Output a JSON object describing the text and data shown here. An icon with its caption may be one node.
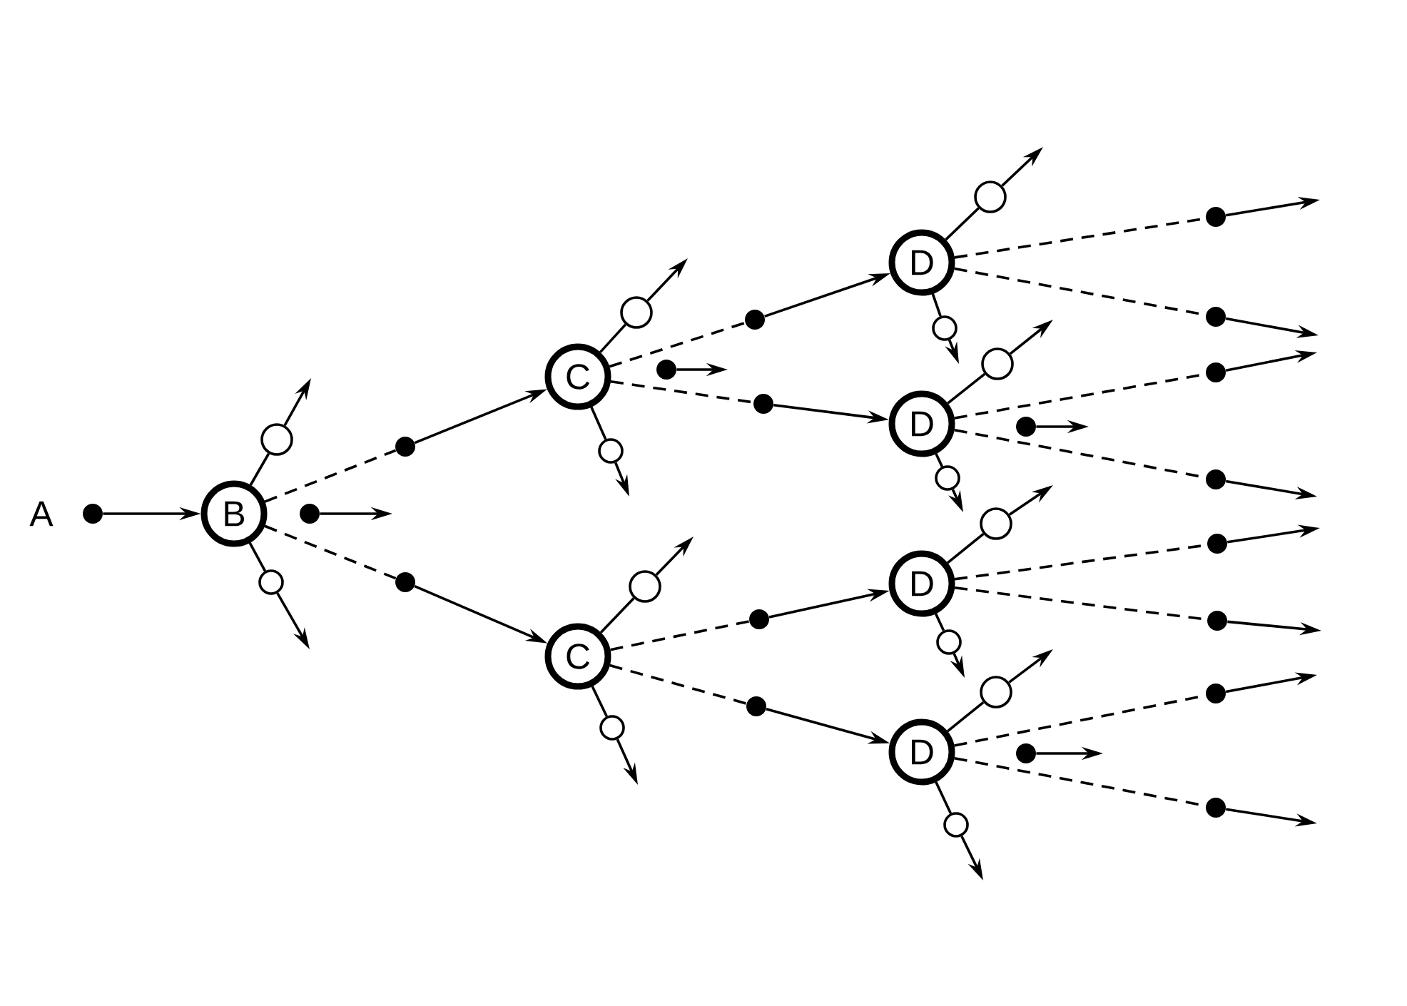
{
  "diagram": {
    "nodes": [
      {
        "text": [
          "B"
        ]
      },
      {
        "text": [
          "C"
        ]
      },
      {
        "text": [
          "C"
        ]
      },
      {
        "text": [
          "D"
        ]
      },
      {
        "text": [
          "D"
        ]
      },
      {
        "text": [
          "D"
        ]
      },
      {
        "text": [
          "D"
        ]
      },
      {
        "text": [],
        "shape": "dot",
        "beside": [
          "A"
        ]
      },
      {
        "text": [],
        "shape": "dot"
      },
      {
        "text": [],
        "shape": "dot"
      },
      {
        "text": [],
        "shape": "dot"
      },
      {
        "text": [],
        "shape": "dot"
      },
      {
        "text": [],
        "shape": "dot"
      },
      {
        "text": [],
        "shape": "dot"
      },
      {
        "text": [],
        "shape": "dot"
      },
      {
        "text": [],
        "shape": "dot"
      },
      {
        "text": [],
        "shape": "dot"
      },
      {
        "text": [],
        "shape": "dot"
      },
      {
        "text": [],
        "shape": "dot"
      },
      {
        "text": [],
        "shape": "dot"
      },
      {
        "text": [],
        "shape": "dot"
      },
      {
        "text": [],
        "shape": "dot"
      },
      {
        "text": [],
        "shape": "dot"
      },
      {
        "text": [],
        "shape": "dot"
      },
      {
        "text": [],
        "shape": "dot"
      },
      {
        "text": [],
        "shape": "dot"
      },
      {
        "text": [],
        "shape": "circle"
      },
      {
        "text": [],
        "shape": "circle"
      },
      {
        "text": [],
        "shape": "circle"
      },
      {
        "text": [],
        "shape": "circle"
      },
      {
        "text": [],
        "shape": "circle"
      },
      {
        "text": [],
        "shape": "circle"
      },
      {
        "text": [],
        "shape": "circle"
      },
      {
        "text": [],
        "shape": "circle"
      },
      {
        "text": [],
        "shape": "circle"
      },
      {
        "text": [],
        "shape": "circle"
      },
      {
        "text": [],
        "shape": "circle"
      },
      {
        "text": [],
        "shape": "circle"
      },
      {
        "text": [],
        "shape": "circle"
      },
      {
        "text": [],
        "shape": "circle"
      }
    ],
    "edges": [
      {
        "from": 7,
        "to": 0,
        "arrow": "to"
      },
      {
        "from": 0,
        "to": 9,
        "arrow": "none",
        "style": "dashed"
      },
      {
        "from": 9,
        "to": 1,
        "arrow": "to"
      },
      {
        "from": 0,
        "to": 10,
        "arrow": "none",
        "style": "dashed"
      },
      {
        "from": 10,
        "to": 2,
        "arrow": "to"
      },
      {
        "from": 0,
        "to": 26,
        "arrow": "none"
      },
      {
        "from": 26,
        "to": null,
        "arrow": "to"
      },
      {
        "from": 0,
        "to": 27,
        "arrow": "none"
      },
      {
        "from": 27,
        "to": null,
        "arrow": "to"
      },
      {
        "from": 8,
        "to": null,
        "arrow": "to"
      },
      {
        "from": 1,
        "to": 28,
        "arrow": "none"
      },
      {
        "from": 28,
        "to": null,
        "arrow": "to"
      },
      {
        "from": 1,
        "to": 29,
        "arrow": "none"
      },
      {
        "from": 29,
        "to": null,
        "arrow": "to"
      },
      {
        "from": 11,
        "to": null,
        "arrow": "to"
      },
      {
        "from": 1,
        "to": 12,
        "arrow": "none",
        "style": "dashed"
      },
      {
        "from": 12,
        "to": 3,
        "arrow": "to"
      },
      {
        "from": 1,
        "to": 13,
        "arrow": "none",
        "style": "dashed"
      },
      {
        "from": 13,
        "to": 4,
        "arrow": "to"
      },
      {
        "from": 2,
        "to": 30,
        "arrow": "none"
      },
      {
        "from": 30,
        "to": null,
        "arrow": "to"
      },
      {
        "from": 2,
        "to": 31,
        "arrow": "none"
      },
      {
        "from": 31,
        "to": null,
        "arrow": "to"
      },
      {
        "from": 2,
        "to": 14,
        "arrow": "none",
        "style": "dashed"
      },
      {
        "from": 14,
        "to": 5,
        "arrow": "to"
      },
      {
        "from": 2,
        "to": 15,
        "arrow": "none",
        "style": "dashed"
      },
      {
        "from": 15,
        "to": 6,
        "arrow": "to"
      },
      {
        "from": 3,
        "to": 32,
        "arrow": "none"
      },
      {
        "from": 32,
        "to": null,
        "arrow": "to"
      },
      {
        "from": 3,
        "to": 33,
        "arrow": "none"
      },
      {
        "from": 33,
        "to": null,
        "arrow": "to"
      },
      {
        "from": 3,
        "to": 18,
        "arrow": "none",
        "style": "dashed"
      },
      {
        "from": 18,
        "to": null,
        "arrow": "to"
      },
      {
        "from": 3,
        "to": 19,
        "arrow": "none",
        "style": "dashed"
      },
      {
        "from": 19,
        "to": null,
        "arrow": "to"
      },
      {
        "from": 4,
        "to": 34,
        "arrow": "none"
      },
      {
        "from": 34,
        "to": null,
        "arrow": "to"
      },
      {
        "from": 4,
        "to": 35,
        "arrow": "none"
      },
      {
        "from": 35,
        "to": null,
        "arrow": "to"
      },
      {
        "from": 16,
        "to": null,
        "arrow": "to"
      },
      {
        "from": 4,
        "to": 20,
        "arrow": "none",
        "style": "dashed"
      },
      {
        "from": 20,
        "to": null,
        "arrow": "to"
      },
      {
        "from": 4,
        "to": 21,
        "arrow": "none",
        "style": "dashed"
      },
      {
        "from": 21,
        "to": null,
        "arrow": "to"
      },
      {
        "from": 5,
        "to": 36,
        "arrow": "none"
      },
      {
        "from": 36,
        "to": null,
        "arrow": "to"
      },
      {
        "from": 5,
        "to": 37,
        "arrow": "none"
      },
      {
        "from": 37,
        "to": null,
        "arrow": "to"
      },
      {
        "from": 5,
        "to": 22,
        "arrow": "none",
        "style": "dashed"
      },
      {
        "from": 22,
        "to": null,
        "arrow": "to"
      },
      {
        "from": 5,
        "to": 23,
        "arrow": "none",
        "style": "dashed"
      },
      {
        "from": 23,
        "to": null,
        "arrow": "to"
      },
      {
        "from": 6,
        "to": 38,
        "arrow": "none"
      },
      {
        "from": 38,
        "to": null,
        "arrow": "to"
      },
      {
        "from": 6,
        "to": 39,
        "arrow": "none"
      },
      {
        "from": 39,
        "to": null,
        "arrow": "to"
      },
      {
        "from": 17,
        "to": null,
        "arrow": "to"
      },
      {
        "from": 6,
        "to": 24,
        "arrow": "none",
        "style": "dashed"
      },
      {
        "from": 24,
        "to": null,
        "arrow": "to"
      },
      {
        "from": 6,
        "to": 25,
        "arrow": "none",
        "style": "dashed"
      },
      {
        "from": 25,
        "to": null,
        "arrow": "to"
      }
    ]
  }
}
